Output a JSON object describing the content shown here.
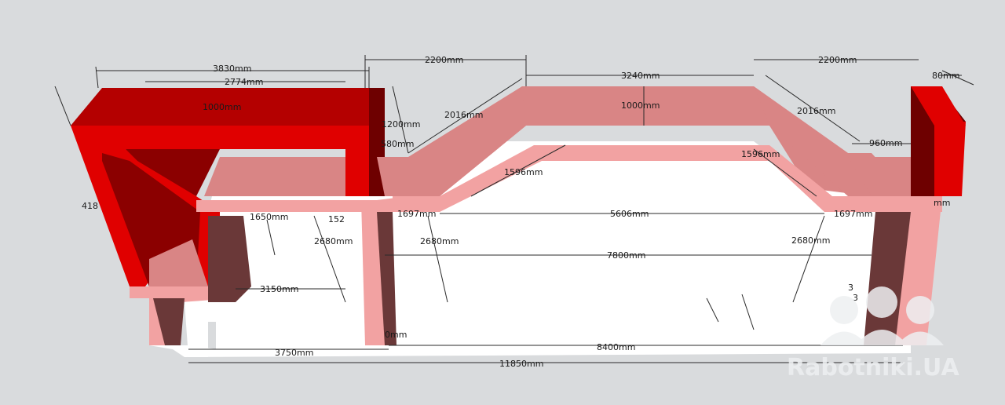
{
  "scene": {
    "background": "#d9dbdd",
    "colors": {
      "red_top": "#b40000",
      "red_front": "#e00000",
      "red_dark": "#6e0000",
      "pink_top": "#d98585",
      "pink_front": "#f2a2a2",
      "maroon": "#6a3838",
      "floor": "#ffffff"
    }
  },
  "dimensions": [
    {
      "id": "d3830",
      "text": "3830mm"
    },
    {
      "id": "d2774",
      "text": "2774mm"
    },
    {
      "id": "d1000a",
      "text": "1000mm"
    },
    {
      "id": "d2200a",
      "text": "2200mm"
    },
    {
      "id": "d1200",
      "text": "1200mm"
    },
    {
      "id": "d2016a",
      "text": "2016mm"
    },
    {
      "id": "d580",
      "text": "580mm"
    },
    {
      "id": "d3240",
      "text": "3240mm"
    },
    {
      "id": "d1000b",
      "text": "1000mm"
    },
    {
      "id": "d2200b",
      "text": "2200mm"
    },
    {
      "id": "d2016b",
      "text": "2016mm"
    },
    {
      "id": "d80",
      "text": "80mm"
    },
    {
      "id": "d960",
      "text": "960mm"
    },
    {
      "id": "d1596a",
      "text": "1596mm"
    },
    {
      "id": "d1596b",
      "text": "1596mm"
    },
    {
      "id": "d418",
      "text": "418"
    },
    {
      "id": "d1650",
      "text": "1650mm"
    },
    {
      "id": "d152",
      "text": "152"
    },
    {
      "id": "d1697a",
      "text": "1697mm"
    },
    {
      "id": "d5606",
      "text": "5606mm"
    },
    {
      "id": "d1697b",
      "text": "1697mm"
    },
    {
      "id": "dmm",
      "text": "mm"
    },
    {
      "id": "d2680a",
      "text": "2680mm"
    },
    {
      "id": "d2680b",
      "text": "2680mm"
    },
    {
      "id": "d2680c",
      "text": "2680mm"
    },
    {
      "id": "d7800",
      "text": "7800mm"
    },
    {
      "id": "d3150",
      "text": "3150mm"
    },
    {
      "id": "d3a",
      "text": "3"
    },
    {
      "id": "d3b",
      "text": "3"
    },
    {
      "id": "d0mm",
      "text": "0mm"
    },
    {
      "id": "d3750",
      "text": "3750mm"
    },
    {
      "id": "d8400",
      "text": "8400mm"
    },
    {
      "id": "d11850",
      "text": "11850mm"
    }
  ],
  "watermark": {
    "text": "Rabotniki.UA",
    "icon_name": "three-workers-helmet-icon"
  }
}
